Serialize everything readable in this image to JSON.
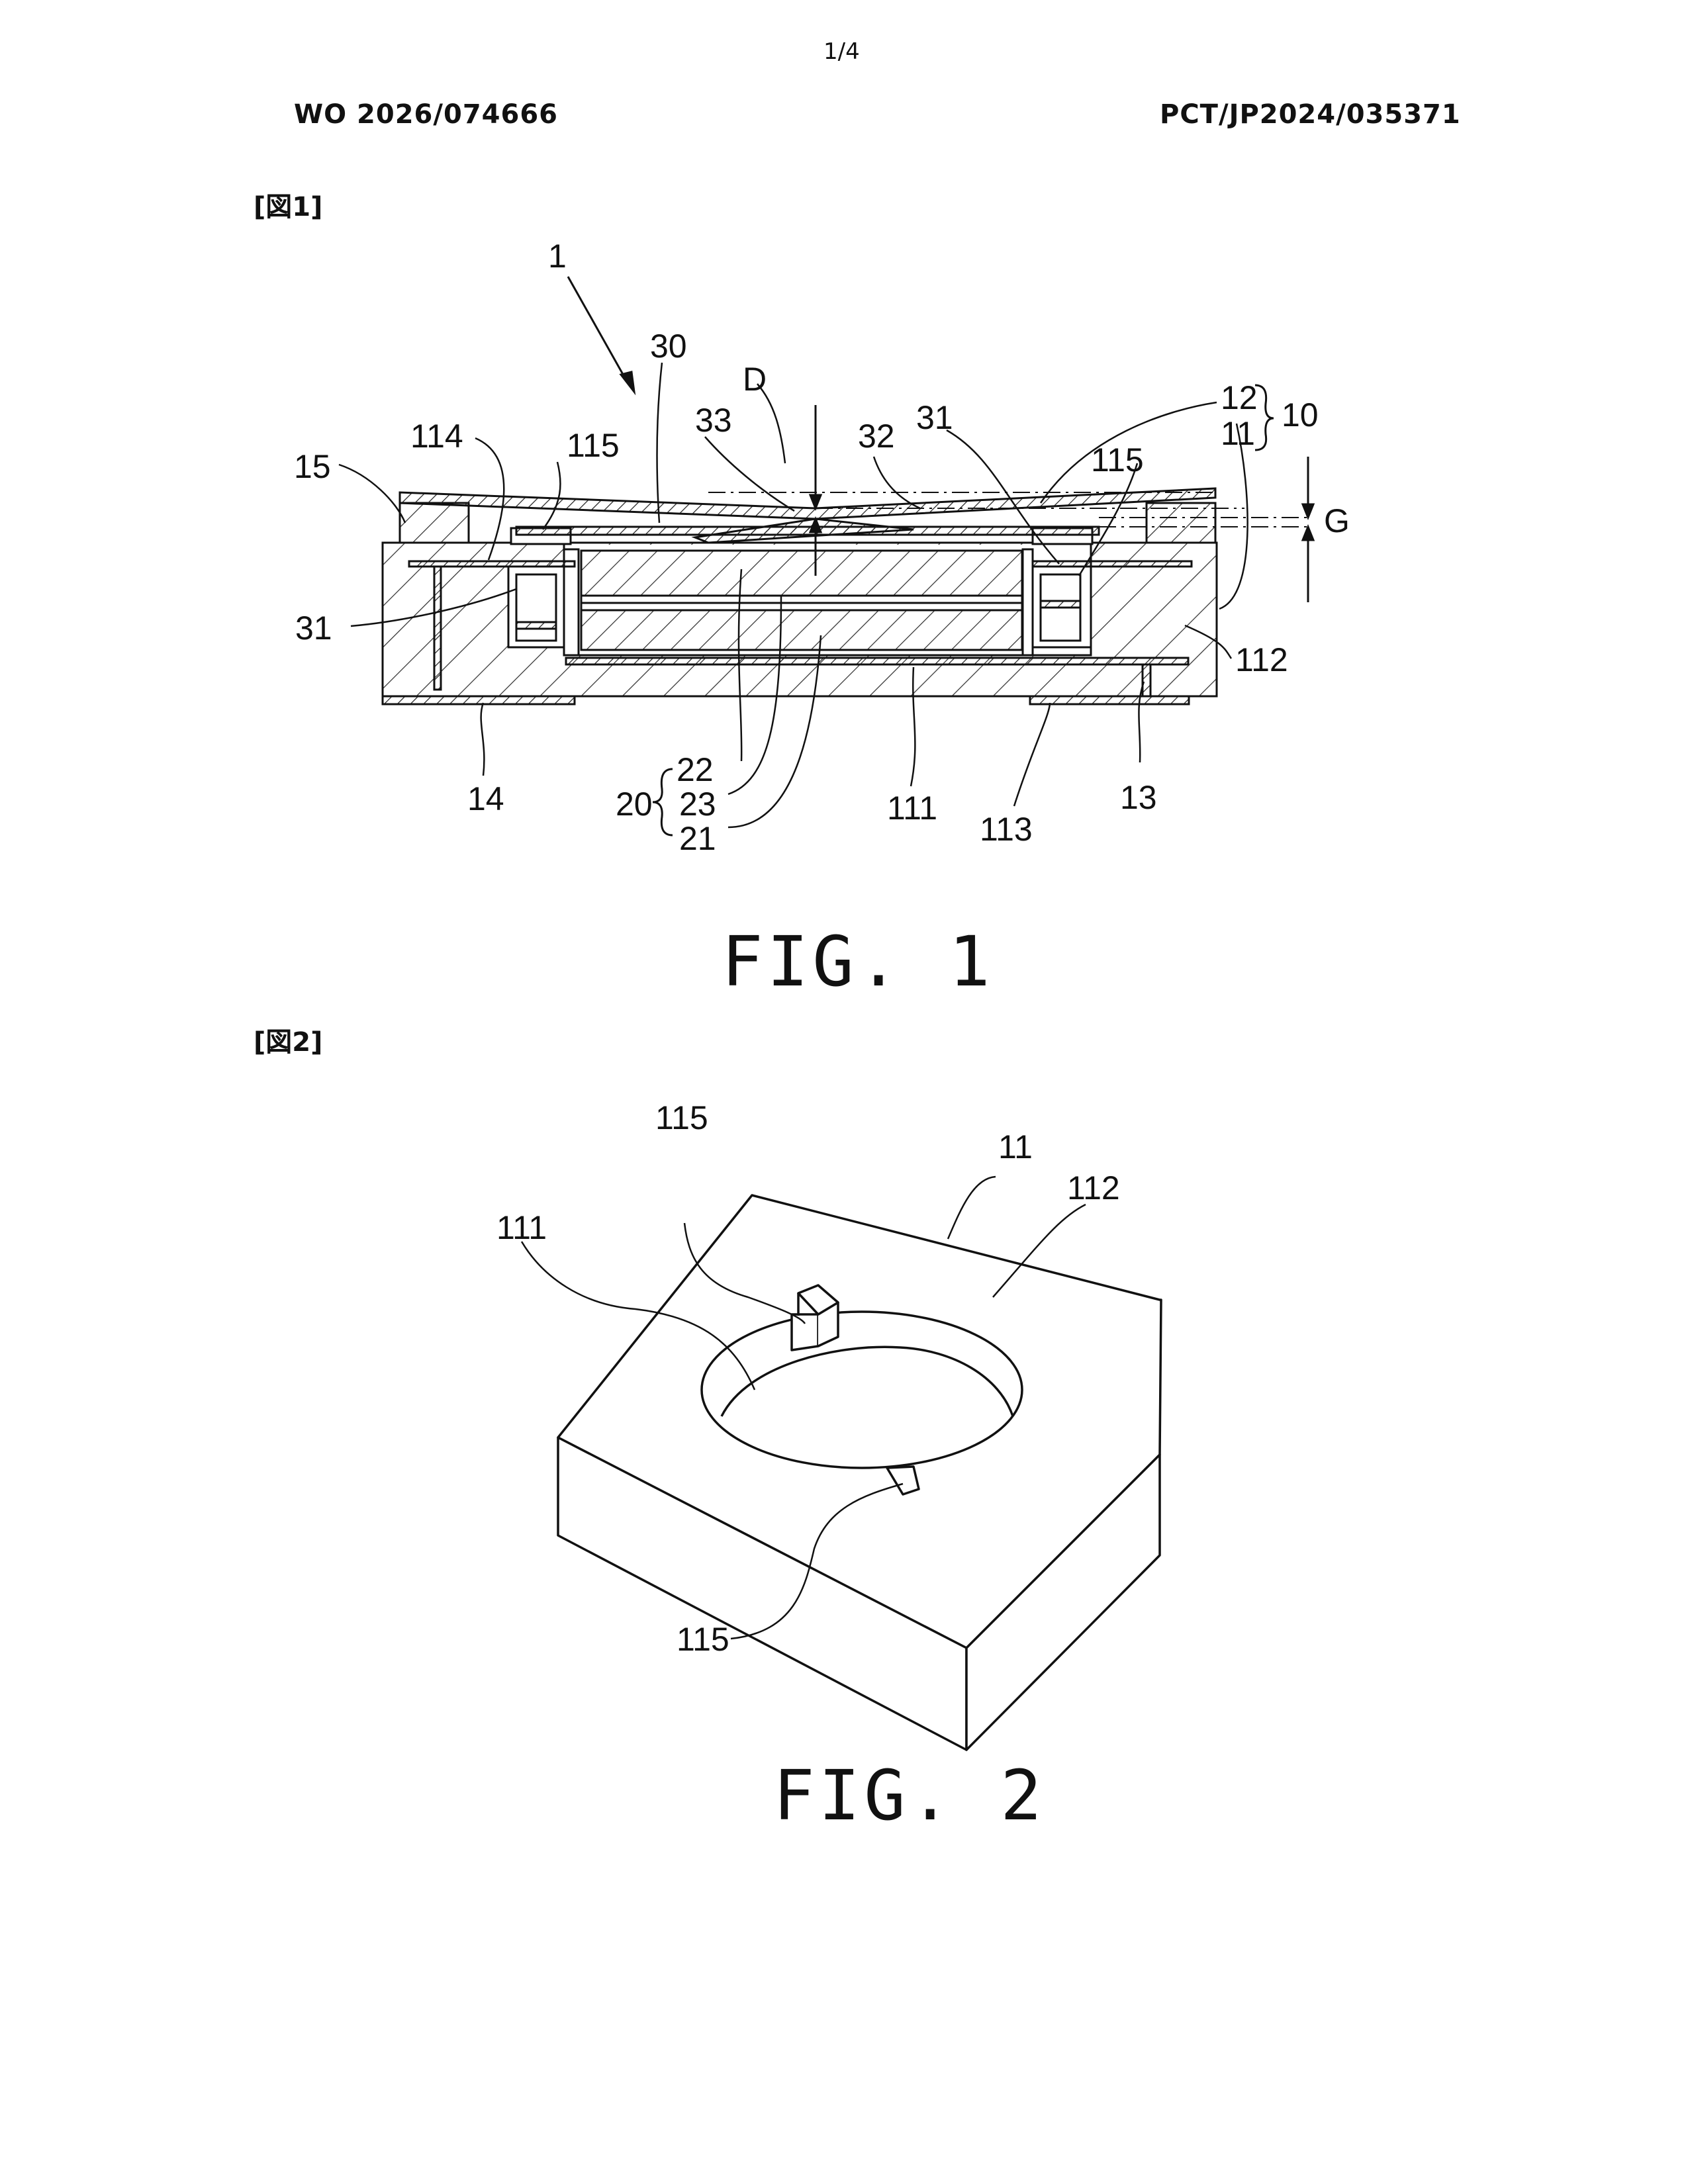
{
  "page": {
    "page_number": "1/4",
    "publication_number": "WO 2026/074666",
    "application_number": "PCT/JP2024/035371"
  },
  "figure1": {
    "tag": "[図1]",
    "caption": "FIG. 1",
    "labels": {
      "l1": "1",
      "l30": "30",
      "lD": "D",
      "l33": "33",
      "l32": "32",
      "l31a": "31",
      "l12": "12",
      "l11a": "11",
      "l10": "10",
      "l114": "114",
      "l115a": "115",
      "l15": "15",
      "l115b": "115",
      "lG": "G",
      "l31b": "31",
      "l112": "112",
      "l14": "14",
      "l22": "22",
      "l23": "23",
      "l20": "20",
      "l21": "21",
      "l111": "111",
      "l113": "113",
      "l13": "13"
    }
  },
  "figure2": {
    "tag": "[図2]",
    "caption": "FIG. 2",
    "labels": {
      "l115a": "115",
      "l11": "11",
      "l112": "112",
      "l111": "111",
      "l115b": "115"
    }
  }
}
